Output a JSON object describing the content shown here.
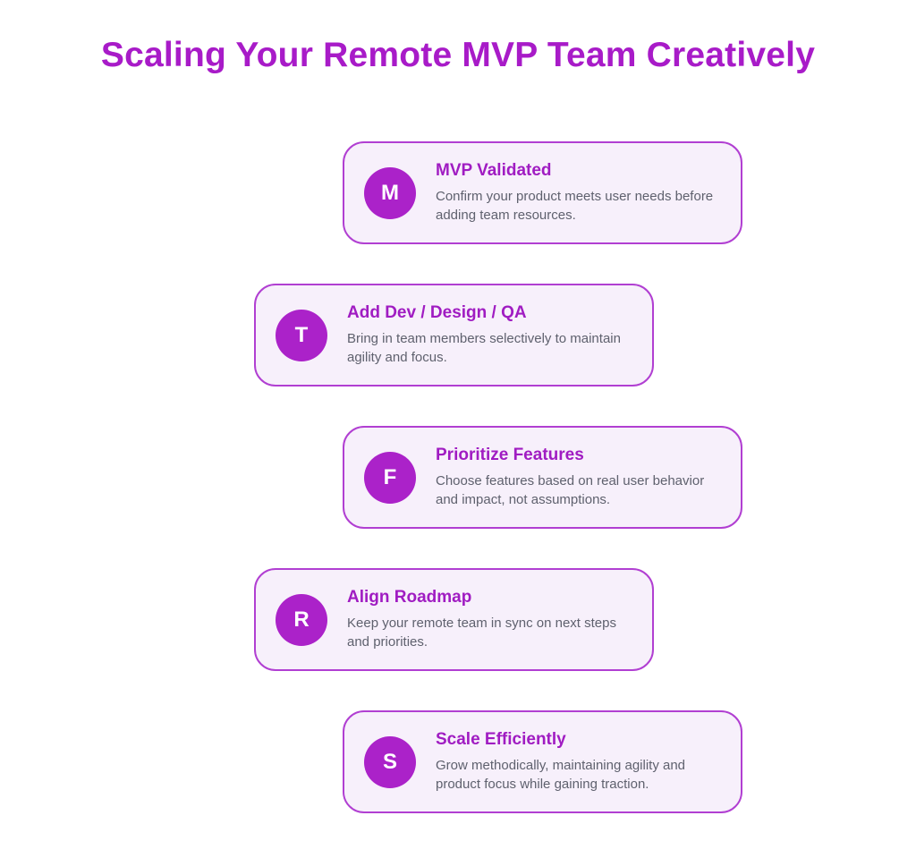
{
  "page": {
    "title": "Scaling Your Remote MVP Team Creatively"
  },
  "colors": {
    "page_background": "#ffffff",
    "heading_accent": "#a81bc8",
    "card_border": "#b13fd2",
    "card_background": "#f7f0fb",
    "badge_background": "#ab22c9",
    "badge_text": "#ffffff",
    "card_title_text": "#a01cc2",
    "description_text": "#5f616e"
  },
  "steps": [
    {
      "letter": "M",
      "title": "MVP Validated",
      "description": "Confirm your product meets user needs before adding team resources.",
      "align": "right"
    },
    {
      "letter": "T",
      "title": "Add Dev / Design / QA",
      "description": "Bring in team members selectively to maintain agility and focus.",
      "align": "left"
    },
    {
      "letter": "F",
      "title": "Prioritize Features",
      "description": "Choose features based on real user behavior and impact, not assumptions.",
      "align": "right"
    },
    {
      "letter": "R",
      "title": "Align Roadmap",
      "description": "Keep your remote team in sync on next steps and priorities.",
      "align": "left"
    },
    {
      "letter": "S",
      "title": "Scale Efficiently",
      "description": "Grow methodically, maintaining agility and product focus while gaining traction.",
      "align": "right"
    }
  ]
}
